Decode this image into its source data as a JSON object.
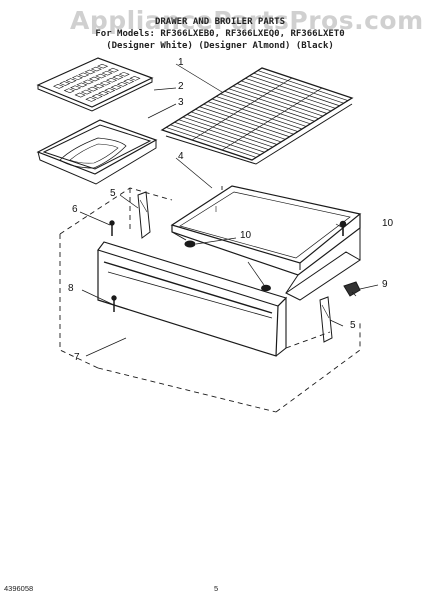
{
  "watermark": "AppliancePartsPros.com",
  "header": {
    "title": "DRAWER AND BROILER PARTS",
    "models": "For Models: RF366LXEB0, RF366LXEQ0, RF366LXET0",
    "variants": "(Designer White) (Designer Almond) (Black)"
  },
  "callouts": [
    "1",
    "2",
    "3",
    "4",
    "5",
    "6",
    "10",
    "10",
    "8",
    "9",
    "5",
    "7"
  ],
  "footer": {
    "doc_number": "4396058",
    "page_number": "5"
  },
  "colors": {
    "line": "#1a1a1a",
    "watermark": "#c8c8c8"
  }
}
